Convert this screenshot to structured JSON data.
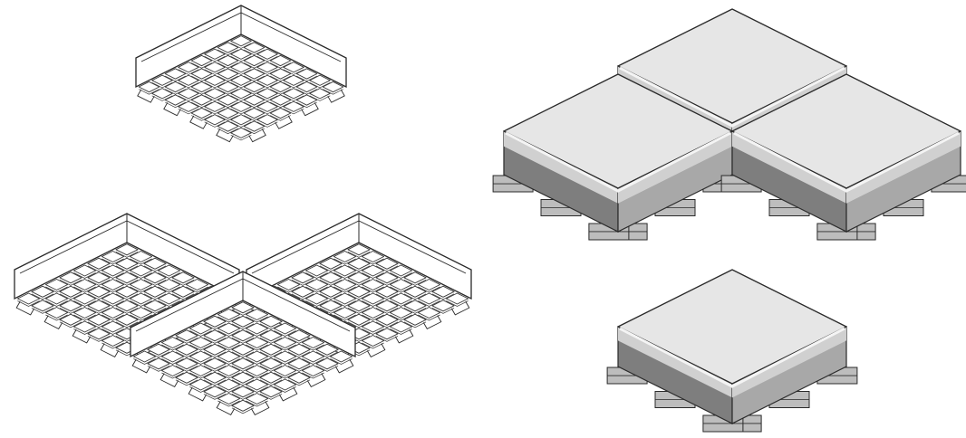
{
  "colors": {
    "background": "#ffffff",
    "line": "#2a2a2a",
    "grid_line": "#3a3a3a",
    "tile_top": "#e6e6e6",
    "tile_top_edge": "#f4f4f4",
    "tile_side_dark": "#7e7e7e",
    "tile_side_mid": "#a8a8a8",
    "tile_side_light": "#d0d0d0",
    "foot": "#bdbdbd"
  },
  "figures": [
    {
      "id": "grid-underside-single",
      "kind": "tile-underside",
      "tiles": 1
    },
    {
      "id": "grid-underside-corner",
      "kind": "tile-underside",
      "tiles": 3
    },
    {
      "id": "tile-top-corner-assembly",
      "kind": "tile-top",
      "tiles": 3
    },
    {
      "id": "tile-top-single",
      "kind": "tile-top",
      "tiles": 1
    }
  ]
}
